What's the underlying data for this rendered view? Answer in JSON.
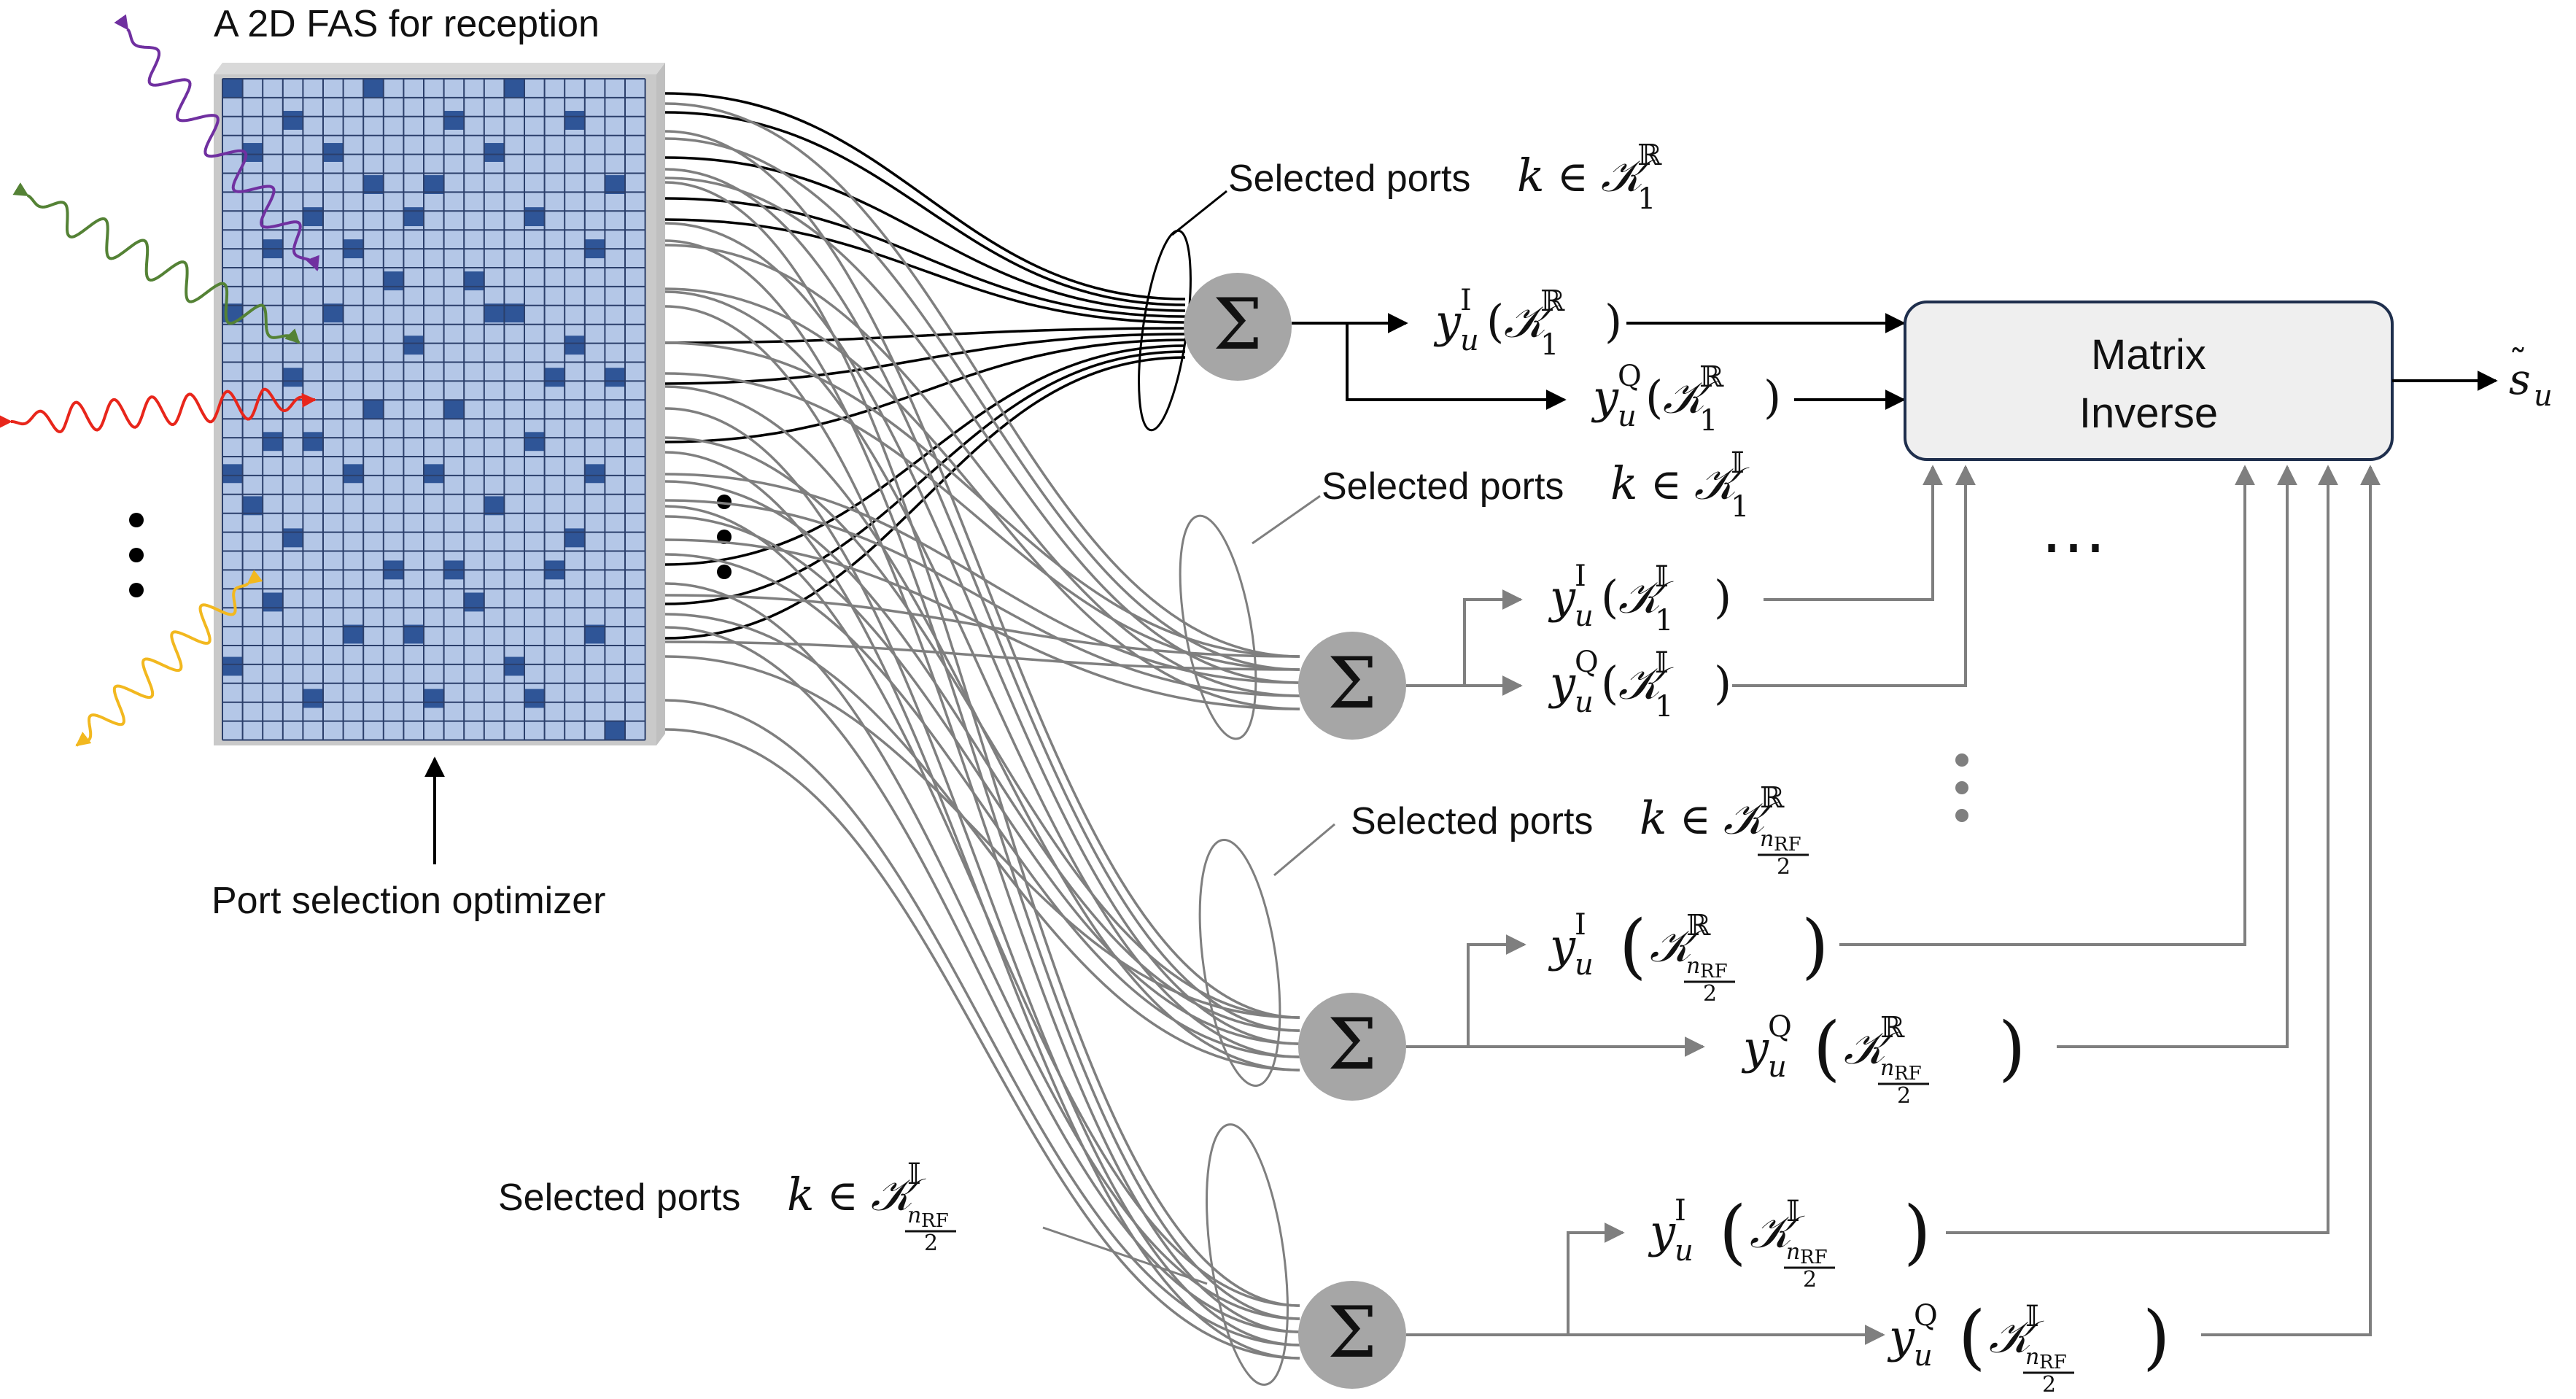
{
  "title": "A 2D FAS for reception",
  "optimizer_label": "Port selection optimizer",
  "matrix_block": {
    "line1": "Matrix",
    "line2": "Inverse"
  },
  "output_symbol": {
    "base": "s",
    "sub": "u"
  },
  "sum_symbol": "Σ",
  "ellipsis": "⋯",
  "groups": [
    {
      "selected_text": "Selected ports",
      "in": "∈",
      "k": "k",
      "K": "𝒦",
      "sup": "ℝ",
      "sub": "1",
      "outputs": [
        {
          "y": "y",
          "sup": "I",
          "sub": "u"
        },
        {
          "y": "y",
          "sup": "Q",
          "sub": "u"
        }
      ]
    },
    {
      "selected_text": "Selected ports",
      "in": "∈",
      "k": "k",
      "K": "𝒦",
      "sup": "𝕀",
      "sub": "1",
      "outputs": [
        {
          "y": "y",
          "sup": "I",
          "sub": "u"
        },
        {
          "y": "y",
          "sup": "Q",
          "sub": "u"
        }
      ]
    },
    {
      "selected_text": "Selected ports",
      "in": "∈",
      "k": "k",
      "K": "𝒦",
      "sup": "ℝ",
      "sub_num": "n",
      "sub_num_sub": "RF",
      "sub_den": "2",
      "outputs": [
        {
          "y": "y",
          "sup": "I",
          "sub": "u"
        },
        {
          "y": "y",
          "sup": "Q",
          "sub": "u"
        }
      ]
    },
    {
      "selected_text": "Selected ports",
      "in": "∈",
      "k": "k",
      "K": "𝒦",
      "sup": "𝕀",
      "sub_num": "n",
      "sub_num_sub": "RF",
      "sub_den": "2",
      "outputs": [
        {
          "y": "y",
          "sup": "I",
          "sub": "u"
        },
        {
          "y": "y",
          "sup": "Q",
          "sub": "u"
        }
      ]
    }
  ],
  "colors": {
    "grid_fill": "#b4c7e7",
    "grid_line": "#2b3f6b",
    "active_port": "#2f5597",
    "frame": "#c9c9c9",
    "wire_primary": "#000000",
    "wire_secondary": "#7f7f7f",
    "sum_node": "#a6a6a6",
    "matrix_fill": "#efefef",
    "matrix_border": "#1f2f4d",
    "wave_colors": [
      "#7030a0",
      "#548235",
      "#e8261b",
      "#f2b81f"
    ]
  }
}
